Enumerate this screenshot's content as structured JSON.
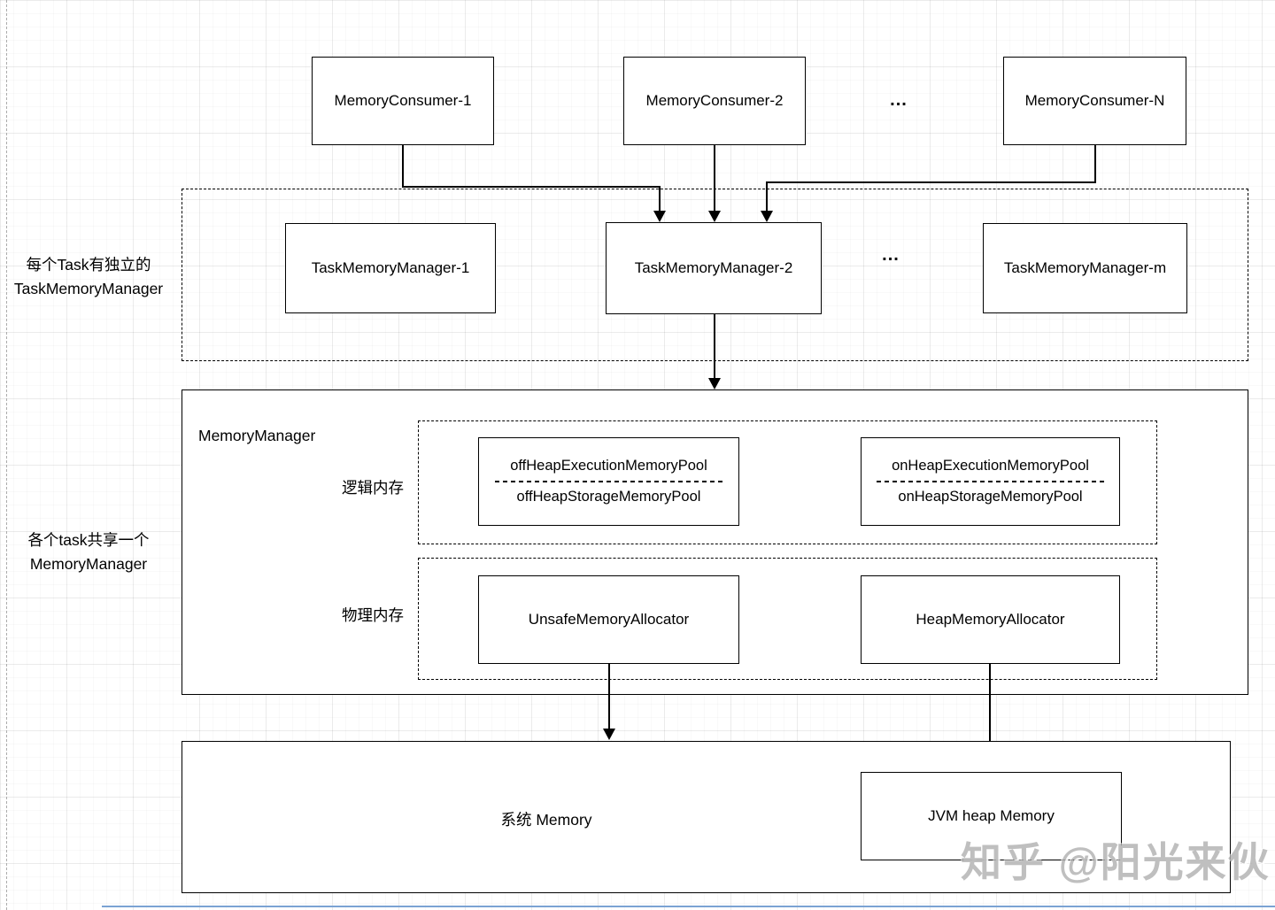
{
  "diagram": {
    "consumers": {
      "c1": "MemoryConsumer-1",
      "c2": "MemoryConsumer-2",
      "ellipsis": "...",
      "cn": "MemoryConsumer-N"
    },
    "task_managers": {
      "side_label_line1": "每个Task有独立的",
      "side_label_line2": "TaskMemoryManager",
      "t1": "TaskMemoryManager-1",
      "t2": "TaskMemoryManager-2",
      "ellipsis": "...",
      "tm": "TaskMemoryManager-m"
    },
    "memory_manager": {
      "title": "MemoryManager",
      "side_label_line1": "各个task共享一个",
      "side_label_line2": "MemoryManager",
      "logical_label": "逻辑内存",
      "physical_label": "物理内存",
      "offheap_pool": {
        "execution": "offHeapExecutionMemoryPool",
        "storage": "offHeapStorageMemoryPool"
      },
      "onheap_pool": {
        "execution": "onHeapExecutionMemoryPool",
        "storage": "onHeapStorageMemoryPool"
      },
      "unsafe_allocator": "UnsafeMemoryAllocator",
      "heap_allocator": "HeapMemoryAllocator"
    },
    "bottom": {
      "system_memory": "系统 Memory",
      "jvm_heap_memory": "JVM heap Memory"
    },
    "watermark": "知乎 @阳光来伙",
    "colors": {
      "shape_border": "#000000",
      "background": "#ffffff",
      "watermark_gray": "#8a8a8a",
      "page_bottom_line_blue": "#7ba3d4"
    }
  }
}
